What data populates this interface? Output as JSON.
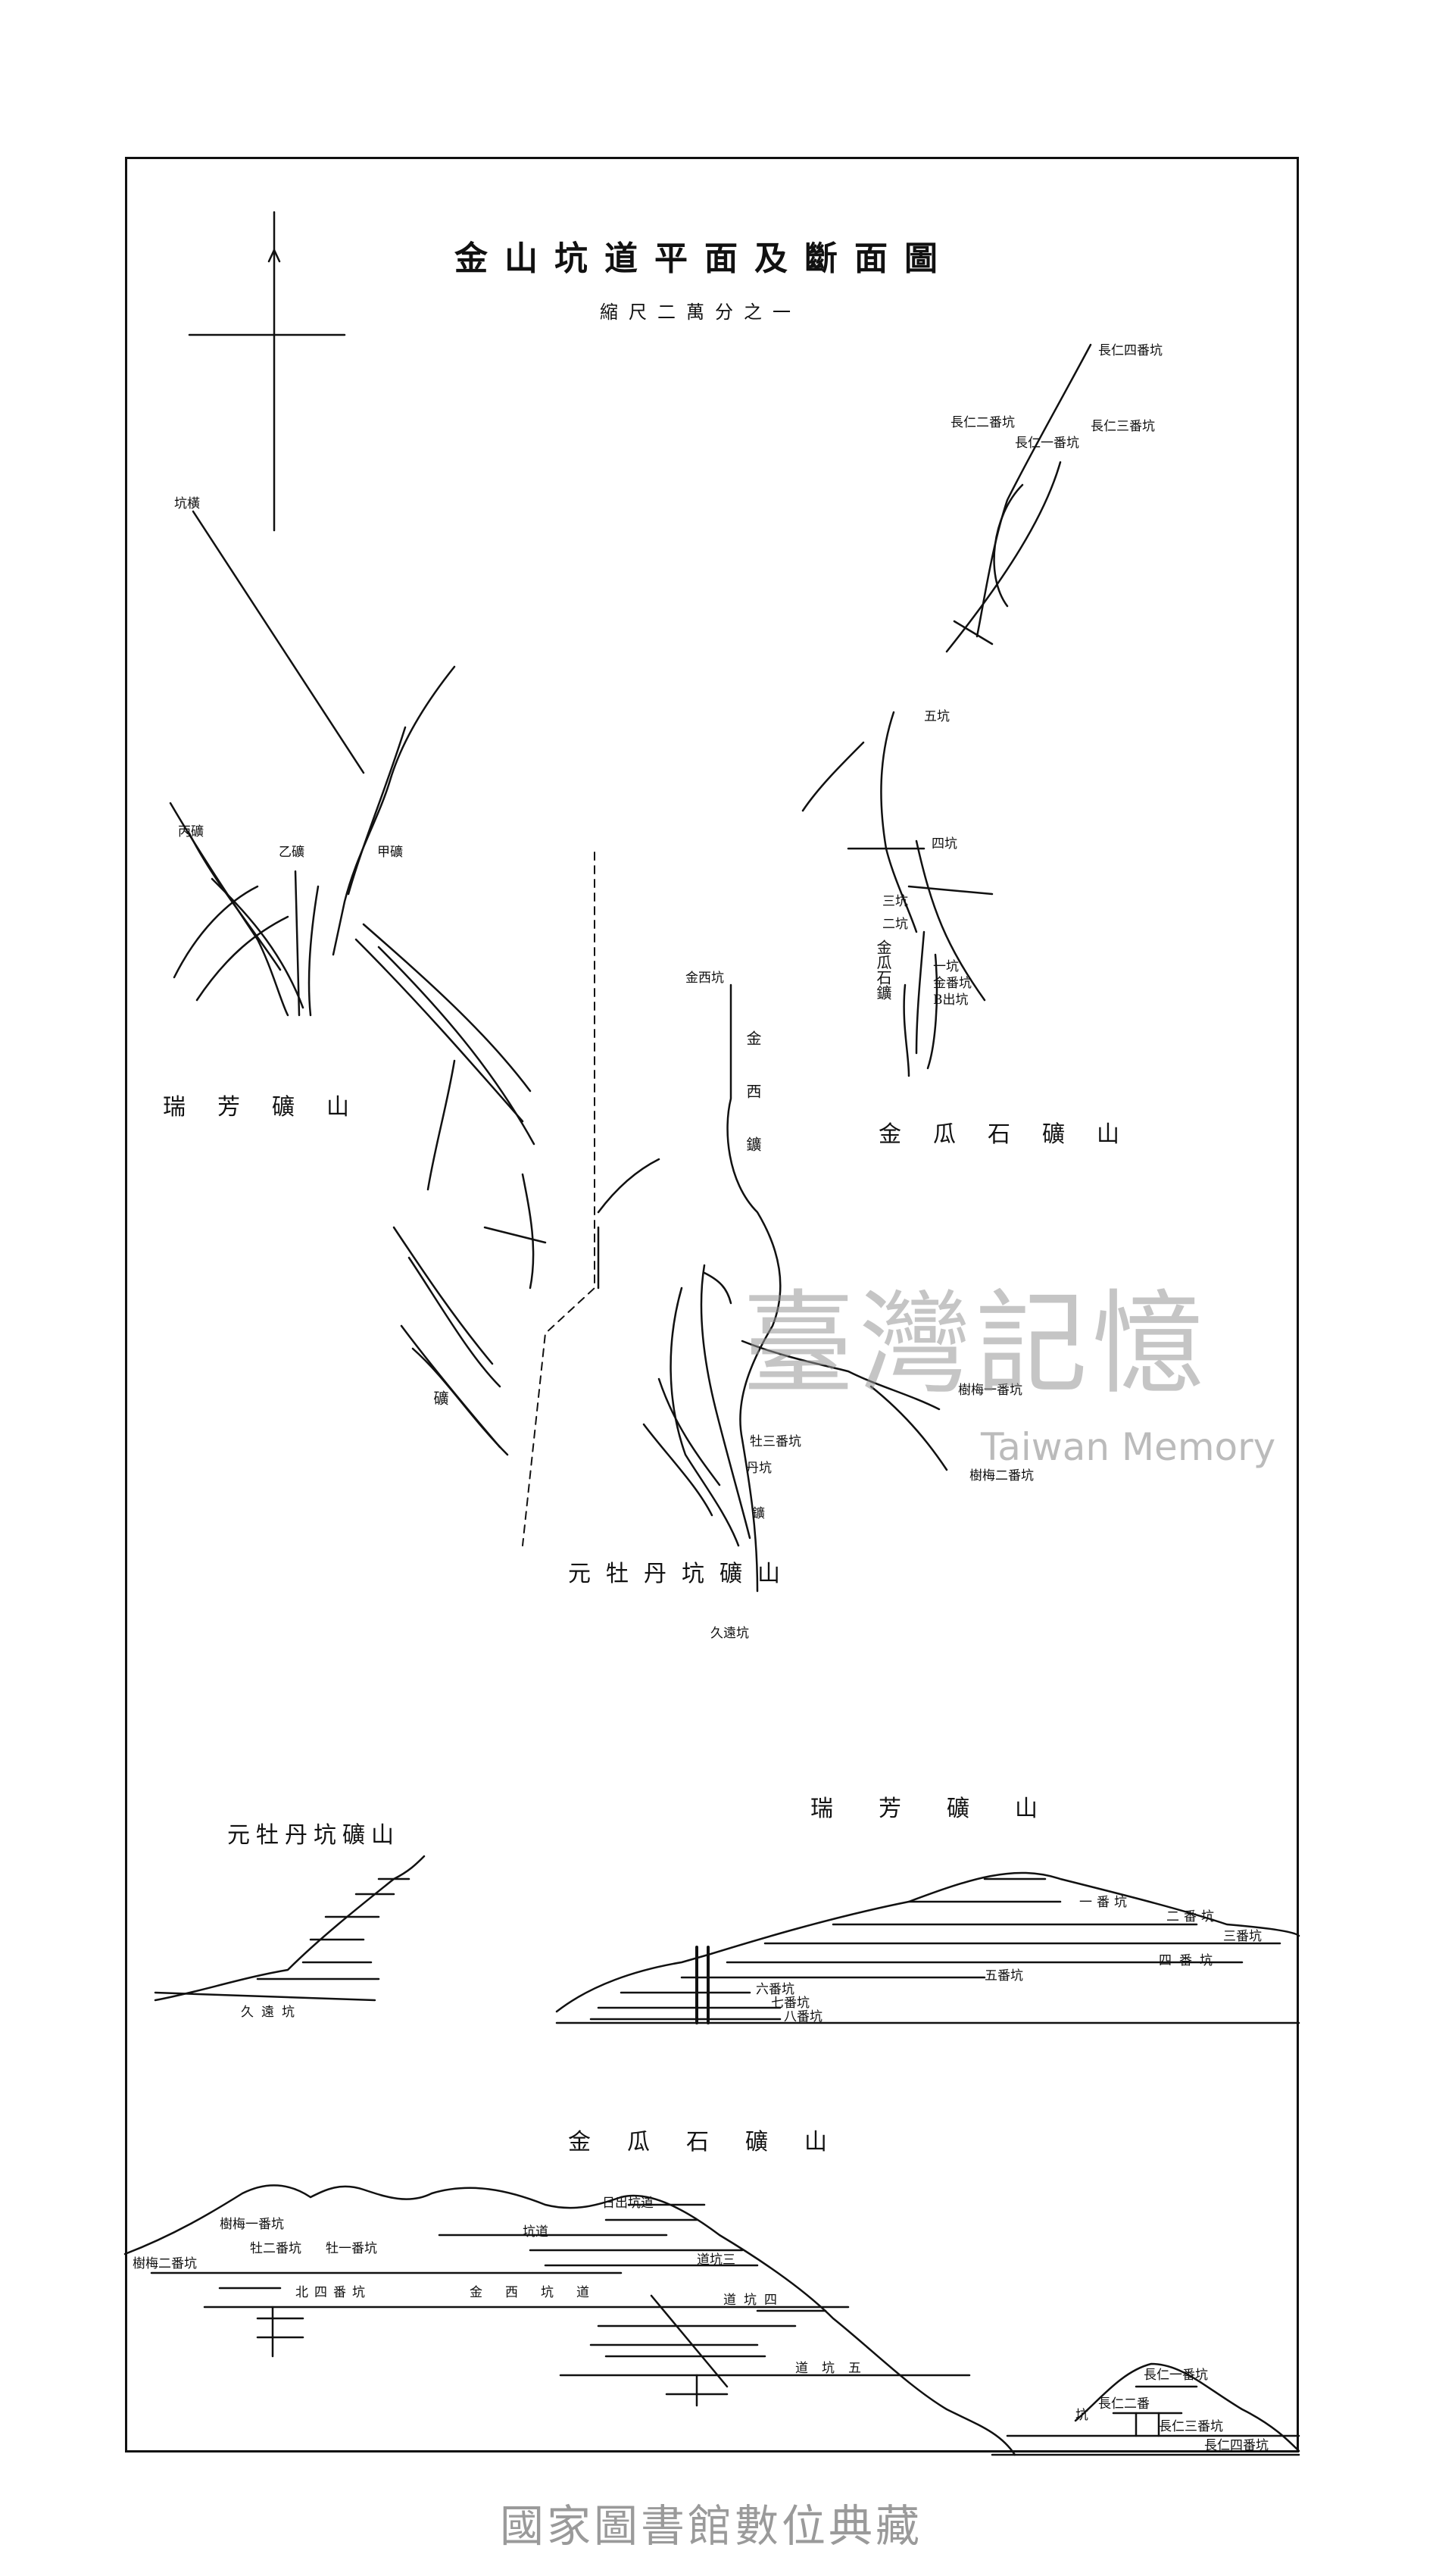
{
  "document": {
    "title": "金山坑道平面及斷面圖",
    "scale": "縮尺二萬分之一"
  },
  "mines": {
    "ruifang_plan": "瑞芳礦山",
    "jinguashi_plan": "金瓜石礦山",
    "mudantan_plan": "元牡丹坑礦山",
    "mudantan_section": "元牡丹坑礦山",
    "ruifang_section": "瑞芳礦山",
    "jinguashi_section": "金瓜石礦山"
  },
  "labels": {
    "heng_keng": "坑橫",
    "jia_kuang": "甲礦",
    "yi_kuang": "乙礦",
    "bing_kuang": "丙礦",
    "changren_4": "長仁四番坑",
    "changren_3": "長仁三番坑",
    "changren_2": "長仁二番坑",
    "changren_1": "長仁一番坑",
    "wu_keng": "五坑",
    "si_keng": "四坑",
    "san_keng": "三坑",
    "er_keng": "二坑",
    "yi_keng": "一坑",
    "jinzhen_keng": "金瓜石鑛",
    "jin_fan_keng": "金番坑",
    "b_chu_keng": "B出坑",
    "jinxi_keng": "金西坑",
    "jinxi_vein": "金西鑛",
    "mudan_3": "牡三番坑",
    "mudan_keng": "丹坑",
    "vein": "鑛",
    "jiuyuan_keng": "久遠坑",
    "shu_1": "樹梅一番坑",
    "shu_2": "樹梅二番坑",
    "kuang_left": "礦",
    "sec_jiu_keng": "久遠坑",
    "sec_fan_1": "一番坑",
    "sec_fan_2": "二番坑",
    "sec_fan_3": "三番坑",
    "sec_fan_4": "四番坑",
    "sec_fan_5": "五番坑",
    "sec_fan_6": "六番坑",
    "sec_fan_7": "七番坑",
    "sec_fan_8": "八番坑",
    "js_shu_1": "樹梅一番坑",
    "js_shu_2": "樹梅二番坑",
    "js_mu_1": "牡一番坑",
    "js_mu_2": "牡二番坑",
    "js_ri_chu": "日出坑道",
    "js_dao_keng": "坑道",
    "js_dao_3": "道坑三",
    "js_north": "北四番坑",
    "js_jinxi": "金西坑道",
    "js_dao_4": "道坑四",
    "js_dao_5": "道坑五",
    "cr_1": "長仁一番坑",
    "cr_2": "長仁二番",
    "cr_3": "長仁三番坑",
    "cr_4": "長仁四番坑",
    "cr_keng": "坑"
  },
  "watermark": {
    "chinese": "臺灣記憶",
    "english": "Taiwan Memory"
  },
  "footer": "國家圖書館數位典藏"
}
